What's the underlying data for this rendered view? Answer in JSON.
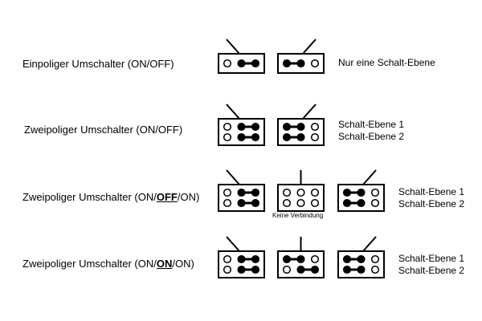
{
  "rows": [
    {
      "label_parts": [
        "Einpoliger Umschalter (ON/OFF)"
      ],
      "levels": [
        "Nur eine Schalt-Ebene"
      ],
      "switches": [
        {
          "poles": 1,
          "lever": "left",
          "connected": [
            [
              "middle",
              "right"
            ]
          ]
        },
        {
          "poles": 1,
          "lever": "right",
          "connected": [
            [
              "left",
              "middle"
            ]
          ]
        }
      ]
    },
    {
      "label_parts": [
        "Zweipoliger Umschalter (ON/OFF)"
      ],
      "levels": [
        "Schalt-Ebene 1",
        "Schalt-Ebene 2"
      ],
      "switches": [
        {
          "poles": 2,
          "lever": "left",
          "connected": [
            [
              "middle",
              "right"
            ]
          ]
        },
        {
          "poles": 2,
          "lever": "right",
          "connected": [
            [
              "left",
              "middle"
            ]
          ]
        }
      ]
    },
    {
      "label_parts": [
        "Zweipoliger Umschalter (ON/",
        "OFF",
        "/ON)"
      ],
      "levels": [
        "Schalt-Ebene 1",
        "Schalt-Ebene 2"
      ],
      "caption": "Keine Verbindung",
      "switches": [
        {
          "poles": 2,
          "lever": "left",
          "connected": [
            [
              "middle",
              "right"
            ]
          ]
        },
        {
          "poles": 2,
          "lever": "center",
          "connected": []
        },
        {
          "poles": 2,
          "lever": "right",
          "connected": [
            [
              "left",
              "middle"
            ]
          ]
        }
      ]
    },
    {
      "label_parts": [
        "Zweipoliger Umschalter (ON/",
        "ON",
        "/ON)"
      ],
      "levels": [
        "Schalt-Ebene 1",
        "Schalt-Ebene 2"
      ],
      "switches": [
        {
          "poles": 2,
          "lever": "left",
          "connected": [
            [
              "middle",
              "right"
            ]
          ]
        },
        {
          "poles": 2,
          "lever": "center",
          "connected": [
            [
              "left",
              "middle"
            ],
            [
              "middle",
              "right"
            ]
          ],
          "mixed": true
        },
        {
          "poles": 2,
          "lever": "right",
          "connected": [
            [
              "left",
              "middle"
            ]
          ]
        }
      ]
    }
  ]
}
